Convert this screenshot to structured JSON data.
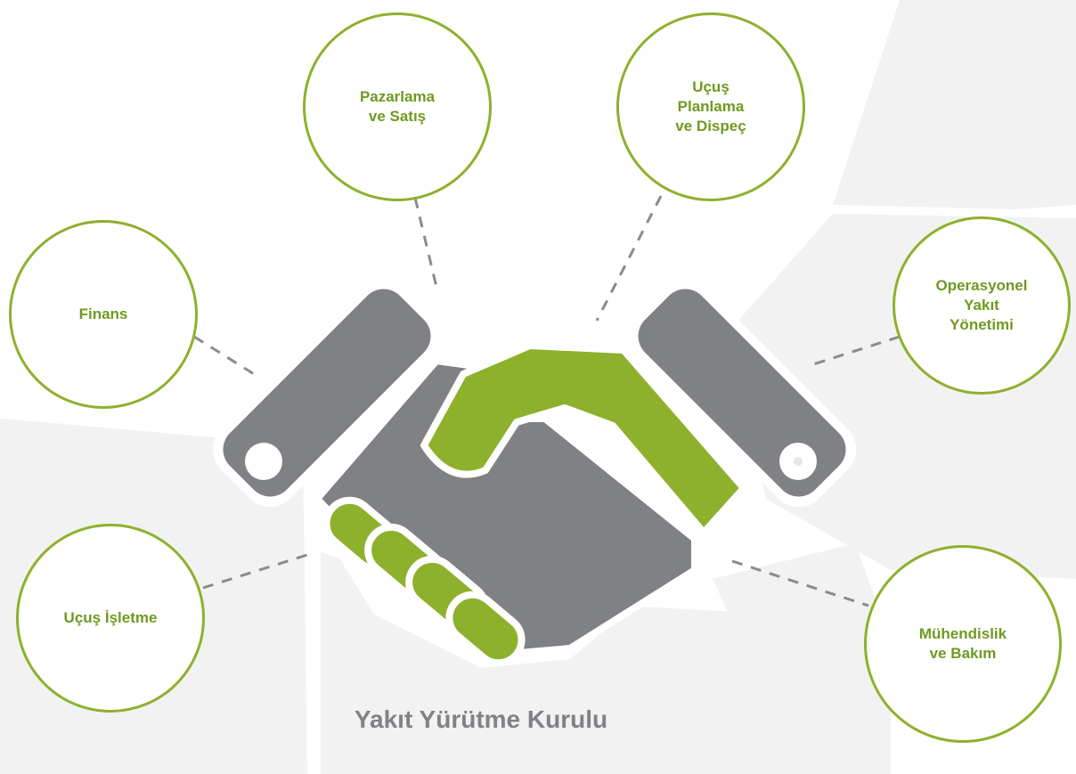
{
  "title": "Yakıt Yürütme Kurulu",
  "colors": {
    "accent_green": "#8db12d",
    "label_green": "#6e9a1f",
    "hand_gray": "#808185",
    "ring_gray": "#f2f2f2"
  },
  "nodes": {
    "pazarlama": "Pazarlama\nve Satış",
    "ucus_planlama": "Uçuş\nPlanlama\nve Dispeç",
    "finans": "Finans",
    "operasyonel": "Operasyonel\nYakıt\nYönetimi",
    "ucus_isletme": "Uçuş İşletme",
    "muhendislik": "Mühendislik\nve Bakım"
  }
}
